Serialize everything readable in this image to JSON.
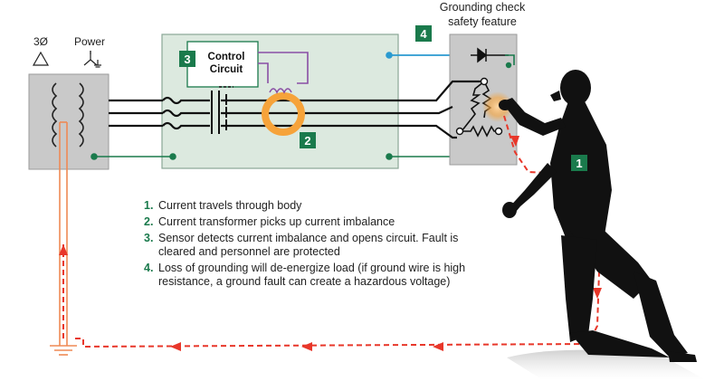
{
  "labels": {
    "three_phase": "3Ø",
    "power": "Power",
    "control_circuit_line1": "Control",
    "control_circuit_line2": "Circuit",
    "grounding_check_line1": "Grounding check",
    "grounding_check_line2": "safety feature"
  },
  "badges": [
    "1",
    "2",
    "3",
    "4"
  ],
  "legend": [
    {
      "num": "1.",
      "text": "Current travels through body"
    },
    {
      "num": "2.",
      "text": "Current transformer picks up current imbalance"
    },
    {
      "num": "3.",
      "text": "Sensor detects current imbalance and opens circuit. Fault is cleared and personnel are protected"
    },
    {
      "num": "4.",
      "text": "Loss of grounding will de-energize load (if ground wire is high resistance, a ground fault can create a hazardous voltage)"
    }
  ],
  "colors": {
    "badge_green": "#1a7a4c",
    "box_fill": "#dce9df",
    "transformer_box": "#c9c9c9",
    "fault_path_red": "#e8372a",
    "ground_wire_orange": "#ef8a55",
    "ct_ring": "#f6a33a",
    "control_wire_purple": "#8a4fa5",
    "check_wire_blue": "#2a9ad0",
    "silhouette": "#111111"
  }
}
